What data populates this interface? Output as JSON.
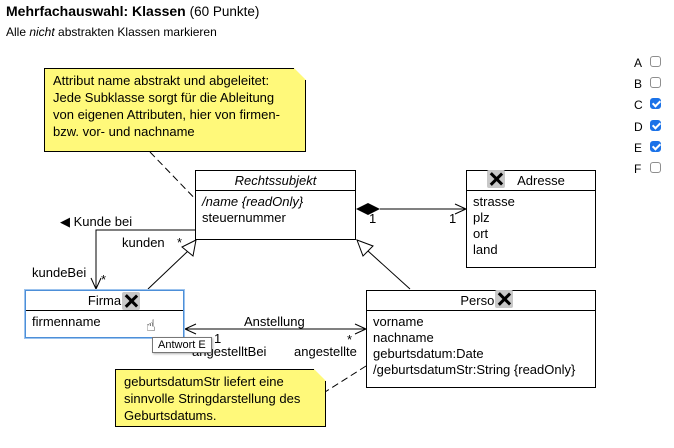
{
  "header": {
    "title": "Mehrfachauswahl: Klassen",
    "points": "(60 Punkte)",
    "instruction_pre": "Alle ",
    "instruction_em": "nicht",
    "instruction_post": " abstrakten Klassen markieren"
  },
  "answers": [
    {
      "label": "A",
      "checked": false
    },
    {
      "label": "B",
      "checked": false
    },
    {
      "label": "C",
      "checked": true
    },
    {
      "label": "D",
      "checked": true
    },
    {
      "label": "E",
      "checked": true
    },
    {
      "label": "F",
      "checked": false
    }
  ],
  "diagram": {
    "notes": {
      "top": [
        "Attribut name abstrakt und abgeleitet:",
        "Jede Subklasse sorgt für die Ableitung",
        "von eigenen Attributen, hier von firmen-",
        "bzw. vor- und nachname"
      ],
      "bottom": [
        "geburtsdatumStr liefert eine",
        "sinnvolle Stringdarstellung des",
        "Geburtsdatums."
      ]
    },
    "classes": {
      "rechtssubjekt": {
        "name": "Rechtssubjekt",
        "attrs": [
          "/name {readOnly}",
          "steuernummer"
        ]
      },
      "adresse": {
        "name": "Adresse",
        "attrs": [
          "strasse",
          "plz",
          "ort",
          "land"
        ]
      },
      "firma": {
        "name": "Firma",
        "attrs": [
          "firmenname"
        ]
      },
      "person": {
        "name": "Person",
        "attrs": [
          "vorname",
          "nachname",
          "geburtsdatum:Date",
          "/geburtsdatumStr:String {readOnly}"
        ]
      }
    },
    "labels": {
      "kunde_bei": "◀ Kunde bei",
      "kunden": "kunden",
      "kunden_mult": "*",
      "kundebei": "kundeBei",
      "kundebei_mult": "*",
      "comp_mult_left": "1",
      "comp_mult_right": "1",
      "anstellung": "Anstellung",
      "anstellung_mult_left": "1",
      "anstellung_mult_right": "*",
      "angestelltbei": "angestelltBei",
      "angestellte": "angestellte"
    },
    "tooltip": "Antwort E"
  }
}
